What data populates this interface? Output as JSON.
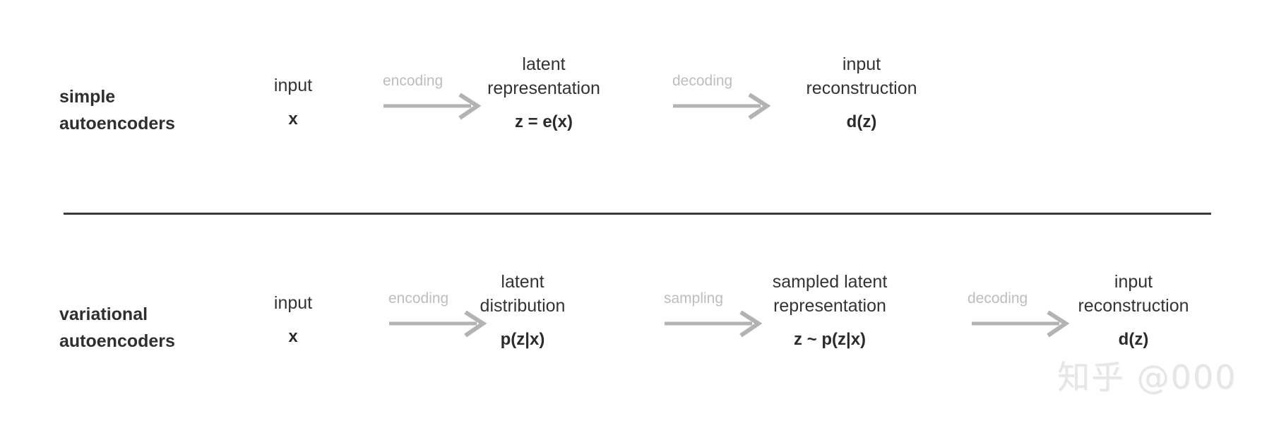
{
  "figure": {
    "background_color": "#ffffff",
    "text_color": "#333333",
    "muted_color": "#bdbdbd",
    "arrow_color": "#b3b3b3",
    "divider_color": "#3a3a3a",
    "watermark": "知乎 @000"
  },
  "rows": [
    {
      "id": "simple-autoencoders",
      "label_line1": "simple",
      "label_line2": "autoencoders",
      "stages": [
        {
          "id": "input",
          "caption_line1": "input",
          "caption_line2": "",
          "formula": "x"
        },
        {
          "id": "latent-representation",
          "caption_line1": "latent",
          "caption_line2": "representation",
          "formula": "z = e(x)"
        },
        {
          "id": "input-reconstruction",
          "caption_line1": "input",
          "caption_line2": "reconstruction",
          "formula": "d(z)"
        }
      ],
      "arrows": [
        {
          "id": "encoding",
          "label": "encoding"
        },
        {
          "id": "decoding",
          "label": "decoding"
        }
      ]
    },
    {
      "id": "variational-autoencoders",
      "label_line1": "variational",
      "label_line2": "autoencoders",
      "stages": [
        {
          "id": "input",
          "caption_line1": "input",
          "caption_line2": "",
          "formula": "x"
        },
        {
          "id": "latent-distribution",
          "caption_line1": "latent",
          "caption_line2": "distribution",
          "formula": "p(z|x)"
        },
        {
          "id": "sampled-latent-representation",
          "caption_line1": "sampled latent",
          "caption_line2": "representation",
          "formula": "z ~ p(z|x)"
        },
        {
          "id": "input-reconstruction",
          "caption_line1": "input",
          "caption_line2": "reconstruction",
          "formula": "d(z)"
        }
      ],
      "arrows": [
        {
          "id": "encoding",
          "label": "encoding"
        },
        {
          "id": "sampling",
          "label": "sampling"
        },
        {
          "id": "decoding",
          "label": "decoding"
        }
      ]
    }
  ]
}
